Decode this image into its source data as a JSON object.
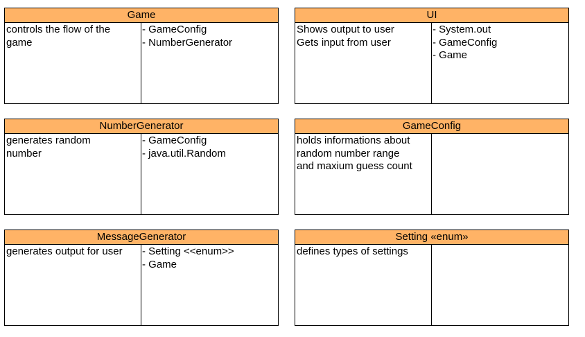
{
  "colors": {
    "header_fill": "#FFB366",
    "border": "#000000",
    "background": "#FFFFFF"
  },
  "cards": [
    {
      "title": "Game",
      "responsibility": [
        "controls the flow of the",
        "game"
      ],
      "collaborators": [
        "- GameConfig",
        "- NumberGenerator"
      ]
    },
    {
      "title": "UI",
      "responsibility": [
        "Shows output to user",
        "Gets input from user"
      ],
      "collaborators": [
        "- System.out",
        "- GameConfig",
        "- Game"
      ]
    },
    {
      "title": "NumberGenerator",
      "responsibility": [
        "generates random",
        "number"
      ],
      "collaborators": [
        "- GameConfig",
        "- java.util.Random"
      ]
    },
    {
      "title": "GameConfig",
      "responsibility": [
        "holds informations about",
        "random number range",
        "and maxium guess count"
      ],
      "collaborators": []
    },
    {
      "title": "MessageGenerator",
      "responsibility": [
        "generates output for user"
      ],
      "collaborators": [
        "- Setting <<enum>>",
        "- Game"
      ]
    },
    {
      "title": "Setting «enum»",
      "responsibility": [
        "defines types of settings"
      ],
      "collaborators": []
    }
  ]
}
